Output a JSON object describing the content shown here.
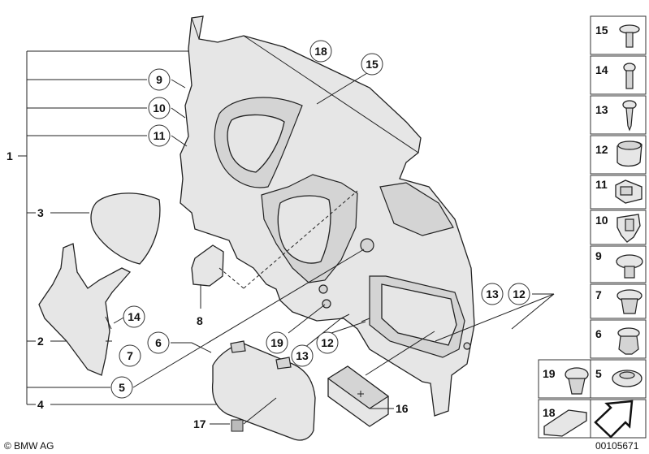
{
  "callouts": {
    "c1": "1",
    "c2": "2",
    "c3": "3",
    "c4": "4",
    "c5": "5",
    "c6": "6",
    "c7": "7",
    "c8": "8",
    "c9": "9",
    "c10": "10",
    "c11": "11",
    "c12a": "12",
    "c12b": "12",
    "c13a": "13",
    "c13b": "13",
    "c14": "14",
    "c15": "15",
    "c16": "16",
    "c17": "17",
    "c18": "18",
    "c19": "19"
  },
  "legend": {
    "l15": "15",
    "l14": "14",
    "l13": "13",
    "l12": "12",
    "l11": "11",
    "l10": "10",
    "l9": "9",
    "l7": "7",
    "l6": "6",
    "l19": "19",
    "l5": "5",
    "l18": "18"
  },
  "footer": {
    "copyright": "© BMW AG",
    "ref_number": "00105671"
  },
  "icons": [
    "arrow-icon"
  ]
}
